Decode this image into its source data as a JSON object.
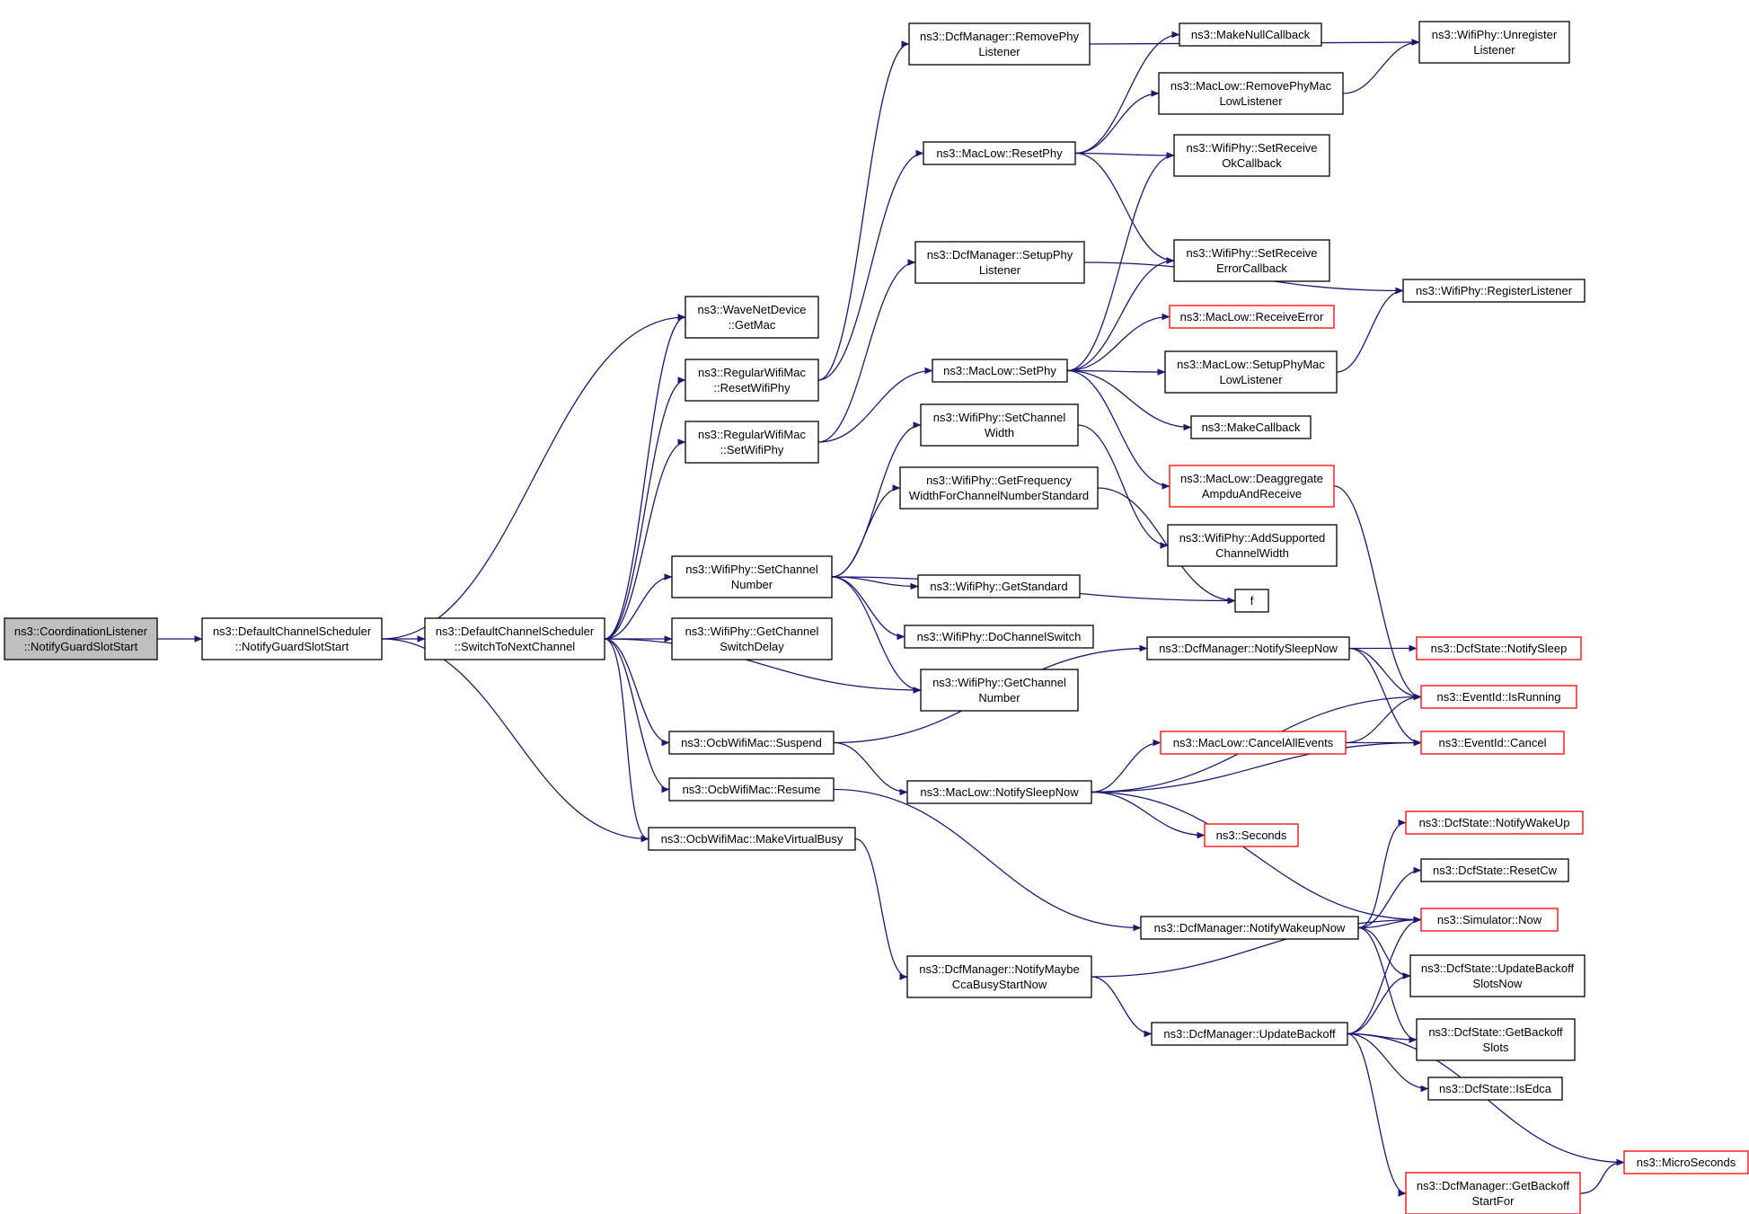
{
  "diagram": {
    "edge_color": "#191970",
    "root_fill": "#bfbfbf",
    "highlight_border": "#ff0000",
    "nodes": [
      {
        "id": "coord",
        "lines": [
          "ns3::CoordinationListener",
          "::NotifyGuardSlotStart"
        ],
        "style": "root"
      },
      {
        "id": "dcs_notify",
        "lines": [
          "ns3::DefaultChannelScheduler",
          "::NotifyGuardSlotStart"
        ],
        "style": "normal"
      },
      {
        "id": "dcs_switch",
        "lines": [
          "ns3::DefaultChannelScheduler",
          "::SwitchToNextChannel"
        ],
        "style": "normal"
      },
      {
        "id": "wnd_getmac",
        "lines": [
          "ns3::WaveNetDevice",
          "::GetMac"
        ],
        "style": "normal"
      },
      {
        "id": "rwm_reset",
        "lines": [
          "ns3::RegularWifiMac",
          "::ResetWifiPhy"
        ],
        "style": "normal"
      },
      {
        "id": "rwm_set",
        "lines": [
          "ns3::RegularWifiMac",
          "::SetWifiPhy"
        ],
        "style": "normal"
      },
      {
        "id": "phy_setchnum",
        "lines": [
          "ns3::WifiPhy::SetChannel",
          "Number"
        ],
        "style": "normal"
      },
      {
        "id": "phy_getswitch",
        "lines": [
          "ns3::WifiPhy::GetChannel",
          "SwitchDelay"
        ],
        "style": "normal"
      },
      {
        "id": "ocb_suspend",
        "lines": [
          "ns3::OcbWifiMac::Suspend"
        ],
        "style": "normal"
      },
      {
        "id": "ocb_resume",
        "lines": [
          "ns3::OcbWifiMac::Resume"
        ],
        "style": "normal"
      },
      {
        "id": "ocb_busy",
        "lines": [
          "ns3::OcbWifiMac::MakeVirtualBusy"
        ],
        "style": "normal"
      },
      {
        "id": "dcf_removephy",
        "lines": [
          "ns3::DcfManager::RemovePhy",
          "Listener"
        ],
        "style": "normal"
      },
      {
        "id": "mac_resetphy",
        "lines": [
          "ns3::MacLow::ResetPhy"
        ],
        "style": "normal"
      },
      {
        "id": "dcf_setupphy",
        "lines": [
          "ns3::DcfManager::SetupPhy",
          "Listener"
        ],
        "style": "normal"
      },
      {
        "id": "mac_setphy",
        "lines": [
          "ns3::MacLow::SetPhy"
        ],
        "style": "normal"
      },
      {
        "id": "phy_setwidth",
        "lines": [
          "ns3::WifiPhy::SetChannel",
          "Width"
        ],
        "style": "normal"
      },
      {
        "id": "phy_getfreq",
        "lines": [
          "ns3::WifiPhy::GetFrequency",
          "WidthForChannelNumberStandard"
        ],
        "style": "normal"
      },
      {
        "id": "phy_getstd",
        "lines": [
          "ns3::WifiPhy::GetStandard"
        ],
        "style": "normal"
      },
      {
        "id": "phy_doswitch",
        "lines": [
          "ns3::WifiPhy::DoChannelSwitch"
        ],
        "style": "normal"
      },
      {
        "id": "phy_getchnum",
        "lines": [
          "ns3::WifiPhy::GetChannel",
          "Number"
        ],
        "style": "normal"
      },
      {
        "id": "dcf_sleep",
        "lines": [
          "ns3::DcfManager::NotifySleepNow"
        ],
        "style": "normal"
      },
      {
        "id": "mac_sleep",
        "lines": [
          "ns3::MacLow::NotifySleepNow"
        ],
        "style": "normal"
      },
      {
        "id": "dcf_wakeup",
        "lines": [
          "ns3::DcfManager::NotifyWakeupNow"
        ],
        "style": "normal"
      },
      {
        "id": "dcf_ccabusy",
        "lines": [
          "ns3::DcfManager::NotifyMaybe",
          "CcaBusyStartNow"
        ],
        "style": "normal"
      },
      {
        "id": "dcf_update",
        "lines": [
          "ns3::DcfManager::UpdateBackoff"
        ],
        "style": "normal"
      },
      {
        "id": "make_null",
        "lines": [
          "ns3::MakeNullCallback"
        ],
        "style": "normal"
      },
      {
        "id": "mac_removephy",
        "lines": [
          "ns3::MacLow::RemovePhyMac",
          "LowListener"
        ],
        "style": "normal"
      },
      {
        "id": "phy_setrecok",
        "lines": [
          "ns3::WifiPhy::SetReceive",
          "OkCallback"
        ],
        "style": "normal"
      },
      {
        "id": "phy_setrecerr",
        "lines": [
          "ns3::WifiPhy::SetReceive",
          "ErrorCallback"
        ],
        "style": "normal"
      },
      {
        "id": "mac_recerr",
        "lines": [
          "ns3::MacLow::ReceiveError"
        ],
        "style": "red"
      },
      {
        "id": "mac_setupphy",
        "lines": [
          "ns3::MacLow::SetupPhyMac",
          "LowListener"
        ],
        "style": "normal"
      },
      {
        "id": "make_cb",
        "lines": [
          "ns3::MakeCallback"
        ],
        "style": "normal"
      },
      {
        "id": "mac_deagg",
        "lines": [
          "ns3::MacLow::Deaggregate",
          "AmpduAndReceive"
        ],
        "style": "red"
      },
      {
        "id": "phy_addwidth",
        "lines": [
          "ns3::WifiPhy::AddSupported",
          "ChannelWidth"
        ],
        "style": "normal"
      },
      {
        "id": "f",
        "lines": [
          "f"
        ],
        "style": "normal"
      },
      {
        "id": "mac_cancelall",
        "lines": [
          "ns3::MacLow::CancelAllEvents"
        ],
        "style": "red"
      },
      {
        "id": "seconds",
        "lines": [
          "ns3::Seconds"
        ],
        "style": "red"
      },
      {
        "id": "phy_unreg",
        "lines": [
          "ns3::WifiPhy::Unregister",
          "Listener"
        ],
        "style": "normal"
      },
      {
        "id": "phy_reg",
        "lines": [
          "ns3::WifiPhy::RegisterListener"
        ],
        "style": "normal"
      },
      {
        "id": "st_sleep",
        "lines": [
          "ns3::DcfState::NotifySleep"
        ],
        "style": "red"
      },
      {
        "id": "ev_running",
        "lines": [
          "ns3::EventId::IsRunning"
        ],
        "style": "red"
      },
      {
        "id": "ev_cancel",
        "lines": [
          "ns3::EventId::Cancel"
        ],
        "style": "red"
      },
      {
        "id": "st_wakeup",
        "lines": [
          "ns3::DcfState::NotifyWakeUp"
        ],
        "style": "red"
      },
      {
        "id": "st_resetcw",
        "lines": [
          "ns3::DcfState::ResetCw"
        ],
        "style": "normal"
      },
      {
        "id": "sim_now",
        "lines": [
          "ns3::Simulator::Now"
        ],
        "style": "red"
      },
      {
        "id": "st_updslots",
        "lines": [
          "ns3::DcfState::UpdateBackoff",
          "SlotsNow"
        ],
        "style": "normal"
      },
      {
        "id": "st_getslots",
        "lines": [
          "ns3::DcfState::GetBackoff",
          "Slots"
        ],
        "style": "normal"
      },
      {
        "id": "st_isedca",
        "lines": [
          "ns3::DcfState::IsEdca"
        ],
        "style": "normal"
      },
      {
        "id": "micro",
        "lines": [
          "ns3::MicroSeconds"
        ],
        "style": "red"
      },
      {
        "id": "dcf_getbackoff",
        "lines": [
          "ns3::DcfManager::GetBackoff",
          "StartFor"
        ],
        "style": "red"
      }
    ],
    "edges": [
      [
        "coord",
        "dcs_notify"
      ],
      [
        "dcs_notify",
        "dcs_switch"
      ],
      [
        "dcs_notify",
        "wnd_getmac"
      ],
      [
        "dcs_notify",
        "ocb_busy"
      ],
      [
        "dcs_switch",
        "wnd_getmac"
      ],
      [
        "dcs_switch",
        "rwm_reset"
      ],
      [
        "dcs_switch",
        "rwm_set"
      ],
      [
        "dcs_switch",
        "phy_setchnum"
      ],
      [
        "dcs_switch",
        "phy_getswitch"
      ],
      [
        "dcs_switch",
        "phy_getchnum"
      ],
      [
        "dcs_switch",
        "ocb_suspend"
      ],
      [
        "dcs_switch",
        "ocb_resume"
      ],
      [
        "dcs_switch",
        "ocb_busy"
      ],
      [
        "rwm_reset",
        "dcf_removephy"
      ],
      [
        "rwm_reset",
        "mac_resetphy"
      ],
      [
        "rwm_set",
        "dcf_setupphy"
      ],
      [
        "rwm_set",
        "mac_setphy"
      ],
      [
        "dcf_removephy",
        "phy_unreg"
      ],
      [
        "mac_resetphy",
        "make_null"
      ],
      [
        "mac_resetphy",
        "mac_removephy"
      ],
      [
        "mac_resetphy",
        "phy_setrecok"
      ],
      [
        "mac_resetphy",
        "phy_setrecerr"
      ],
      [
        "mac_removephy",
        "phy_unreg"
      ],
      [
        "dcf_setupphy",
        "phy_reg"
      ],
      [
        "mac_setphy",
        "phy_setrecok"
      ],
      [
        "mac_setphy",
        "phy_setrecerr"
      ],
      [
        "mac_setphy",
        "mac_recerr"
      ],
      [
        "mac_setphy",
        "mac_setupphy"
      ],
      [
        "mac_setphy",
        "make_cb"
      ],
      [
        "mac_setphy",
        "mac_deagg"
      ],
      [
        "mac_setupphy",
        "phy_reg"
      ],
      [
        "mac_deagg",
        "ev_running"
      ],
      [
        "phy_setchnum",
        "phy_setwidth"
      ],
      [
        "phy_setchnum",
        "phy_getfreq"
      ],
      [
        "phy_setchnum",
        "f"
      ],
      [
        "phy_setchnum",
        "phy_getstd"
      ],
      [
        "phy_setchnum",
        "phy_doswitch"
      ],
      [
        "phy_setchnum",
        "phy_getchnum"
      ],
      [
        "phy_setwidth",
        "phy_addwidth"
      ],
      [
        "phy_getfreq",
        "f"
      ],
      [
        "ocb_suspend",
        "dcf_sleep"
      ],
      [
        "ocb_suspend",
        "mac_sleep"
      ],
      [
        "ocb_resume",
        "dcf_wakeup"
      ],
      [
        "ocb_busy",
        "dcf_ccabusy"
      ],
      [
        "dcf_sleep",
        "st_sleep"
      ],
      [
        "dcf_sleep",
        "ev_running"
      ],
      [
        "dcf_sleep",
        "ev_cancel"
      ],
      [
        "mac_sleep",
        "ev_running"
      ],
      [
        "mac_sleep",
        "mac_cancelall"
      ],
      [
        "mac_sleep",
        "ev_cancel"
      ],
      [
        "mac_sleep",
        "seconds"
      ],
      [
        "mac_sleep",
        "sim_now"
      ],
      [
        "mac_cancelall",
        "ev_running"
      ],
      [
        "mac_cancelall",
        "ev_cancel"
      ],
      [
        "dcf_wakeup",
        "st_wakeup"
      ],
      [
        "dcf_wakeup",
        "st_resetcw"
      ],
      [
        "dcf_wakeup",
        "sim_now"
      ],
      [
        "dcf_wakeup",
        "st_updslots"
      ],
      [
        "dcf_wakeup",
        "st_getslots"
      ],
      [
        "dcf_ccabusy",
        "sim_now"
      ],
      [
        "dcf_ccabusy",
        "dcf_update"
      ],
      [
        "dcf_update",
        "sim_now"
      ],
      [
        "dcf_update",
        "st_updslots"
      ],
      [
        "dcf_update",
        "st_getslots"
      ],
      [
        "dcf_update",
        "st_isedca"
      ],
      [
        "dcf_update",
        "micro"
      ],
      [
        "dcf_update",
        "dcf_getbackoff"
      ],
      [
        "dcf_getbackoff",
        "micro"
      ]
    ]
  }
}
